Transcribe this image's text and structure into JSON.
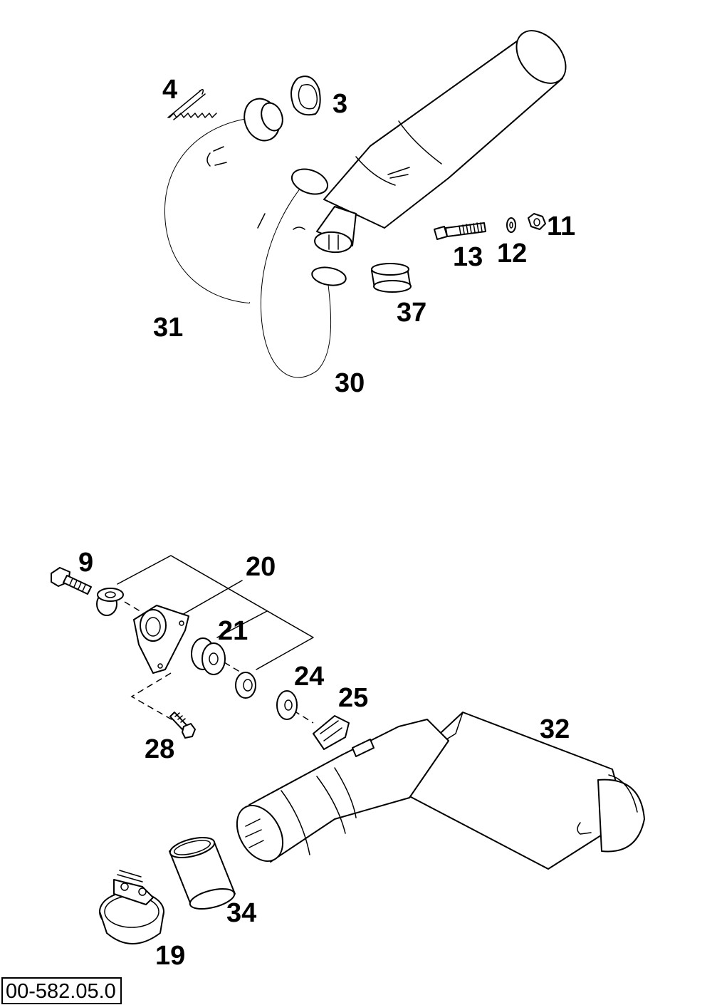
{
  "diagram": {
    "drawing_number": "00-582.05.0",
    "callouts": [
      {
        "id": "label-3",
        "text": "3"
      },
      {
        "id": "label-4",
        "text": "4"
      },
      {
        "id": "label-9",
        "text": "9"
      },
      {
        "id": "label-11",
        "text": "11"
      },
      {
        "id": "label-12",
        "text": "12"
      },
      {
        "id": "label-13",
        "text": "13"
      },
      {
        "id": "label-19",
        "text": "19"
      },
      {
        "id": "label-20",
        "text": "20"
      },
      {
        "id": "label-21",
        "text": "21"
      },
      {
        "id": "label-24",
        "text": "24"
      },
      {
        "id": "label-25",
        "text": "25"
      },
      {
        "id": "label-28",
        "text": "28"
      },
      {
        "id": "label-30",
        "text": "30"
      },
      {
        "id": "label-31",
        "text": "31"
      },
      {
        "id": "label-32",
        "text": "32"
      },
      {
        "id": "label-34",
        "text": "34"
      },
      {
        "id": "label-37",
        "text": "37"
      }
    ]
  }
}
